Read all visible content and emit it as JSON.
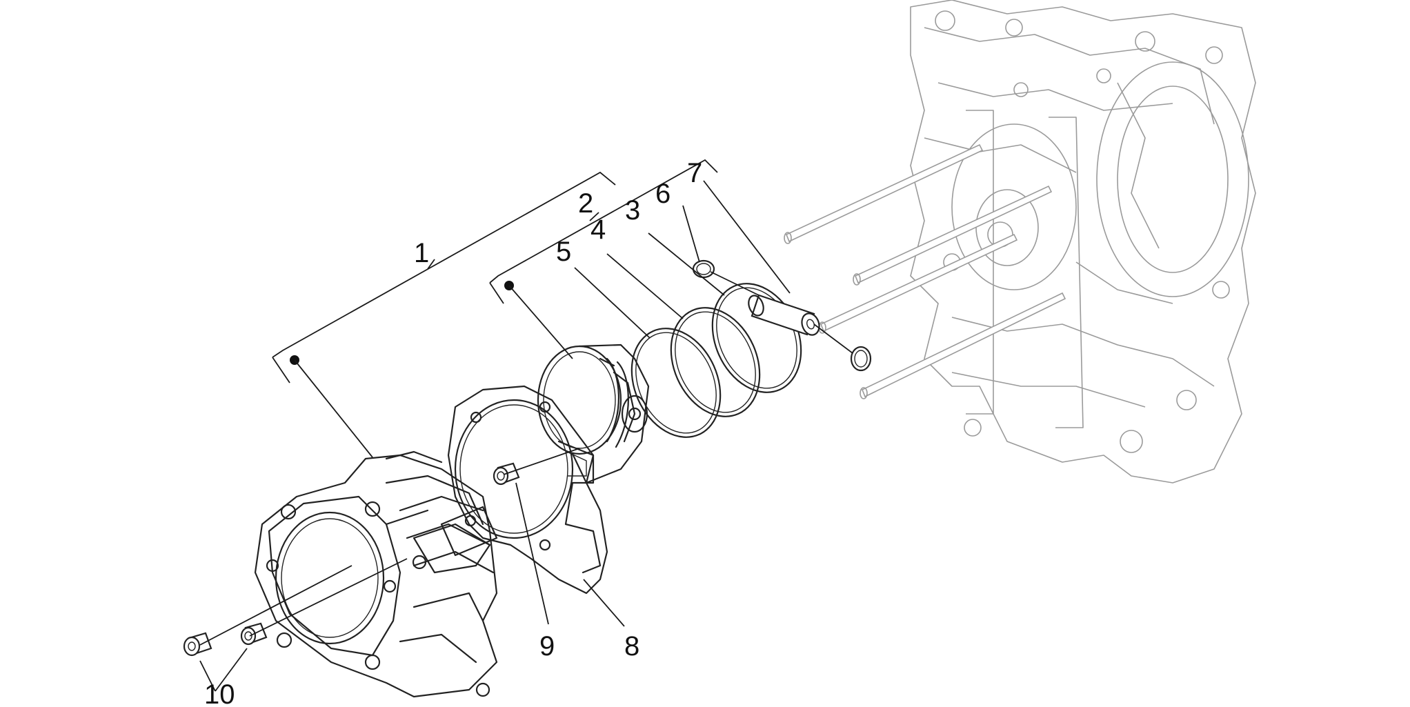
{
  "callouts": {
    "c1": "1",
    "c2": "2",
    "c3": "3",
    "c4": "4",
    "c5": "5",
    "c6": "6",
    "c7": "7",
    "c8": "8",
    "c9": "9",
    "c10": "10"
  },
  "colors": {
    "line": "#222222",
    "background_part": "#9a9a9a",
    "background": "#ffffff"
  }
}
